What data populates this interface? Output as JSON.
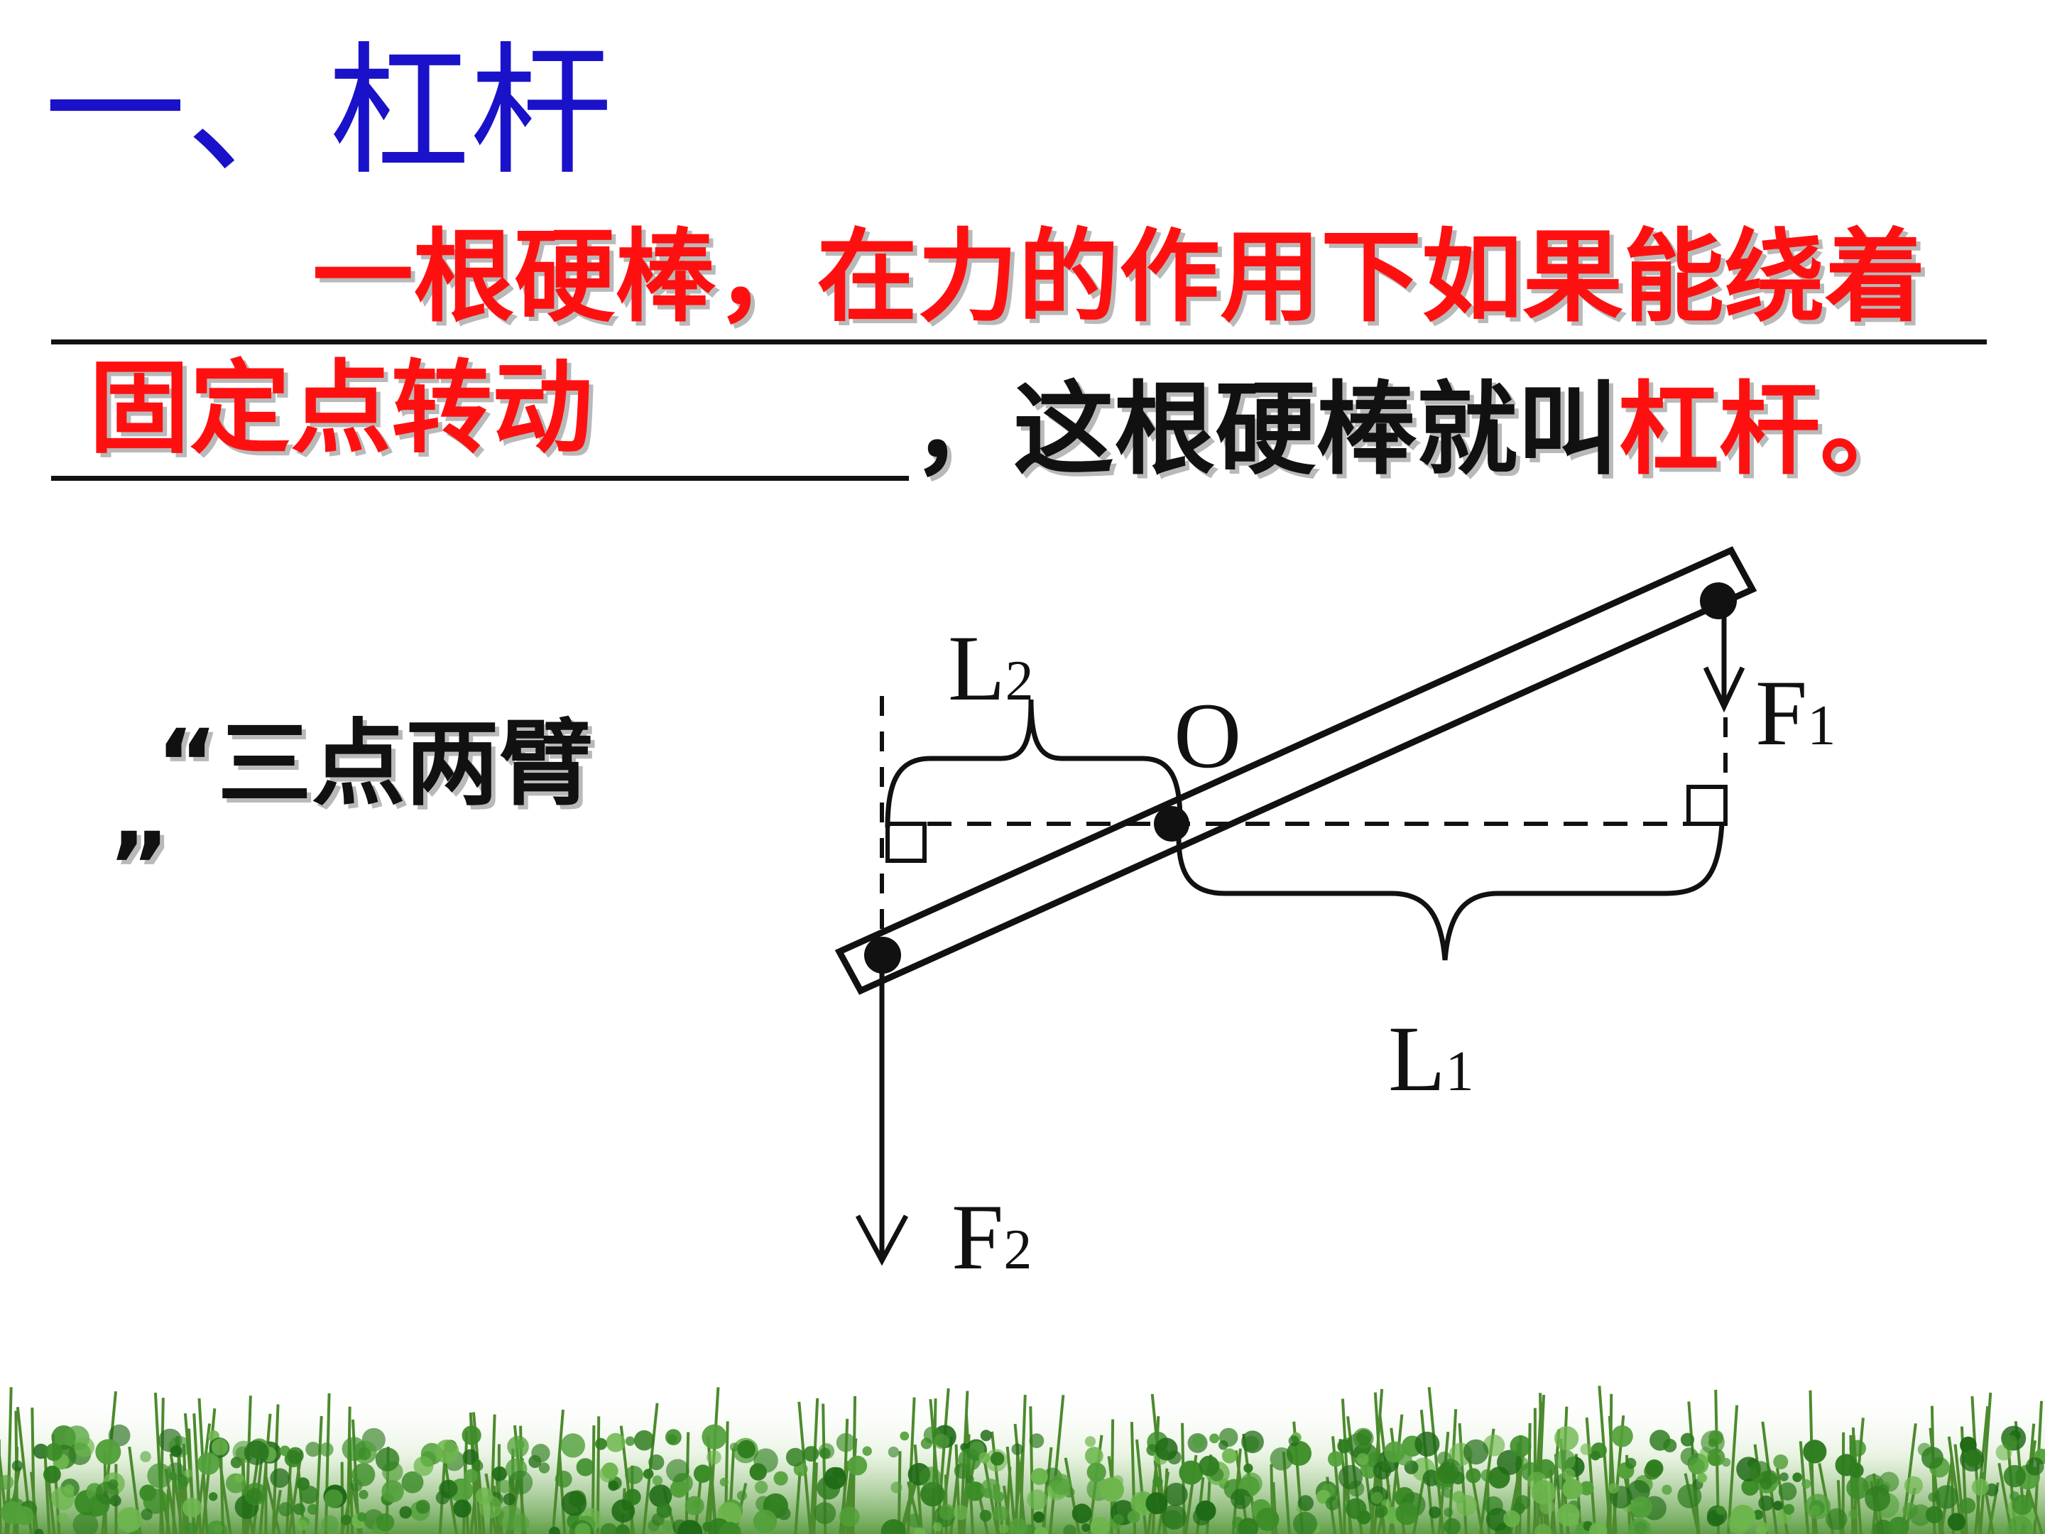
{
  "heading": {
    "title": "一、杠杆"
  },
  "definition": {
    "line1": "一根硬棒，在力的作用下如果能绕着",
    "blank_answer": "固定点转动",
    "line2_prefix": "，这根硬棒就叫",
    "line2_term": "杠杆。"
  },
  "mnemonic": {
    "open": "“三点两臂",
    "close": "”"
  },
  "diagram": {
    "fulcrum_label": "O",
    "force1_label": "F",
    "force1_sub": "1",
    "force2_label": "F",
    "force2_sub": "2",
    "arm1_label": "L",
    "arm1_sub": "1",
    "arm2_label": "L",
    "arm2_sub": "2"
  },
  "colors": {
    "title": "#1a12c8",
    "accent_red": "#ff1010",
    "ink": "#111111",
    "grass": "#3c8c28"
  }
}
